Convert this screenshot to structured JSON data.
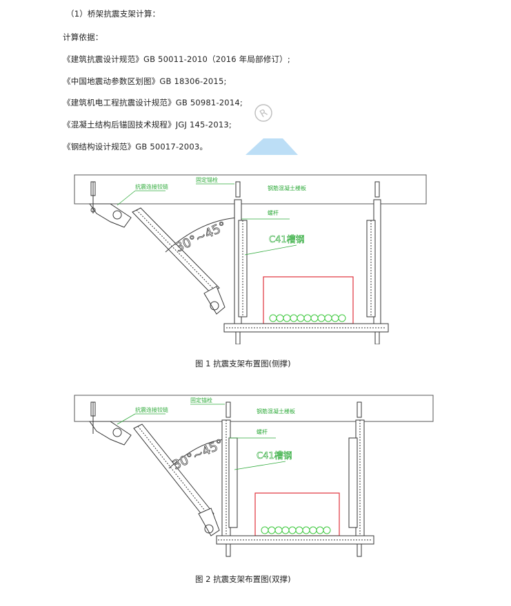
{
  "section_title": "（1）桥架抗震支架计算：",
  "basis_heading": "计算依据：",
  "references": [
    "《建筑抗震设计规范》GB 50011-2010（2016  年局部修订）;",
    "《中国地震动参数区划图》GB 18306-2015;",
    "《建筑机电工程抗震设计规范》GB 50981-2014;",
    "《混凝土结构后锚固技术规程》JGJ 145-2013;",
    "《钢结构设计规范》GB 50017-2003。"
  ],
  "figure1": {
    "caption": "图 1  抗震支架布置图(侧撑)",
    "labels": {
      "connector": "抗震连接铰链",
      "anchor": "固定锚栓",
      "slab": "钢筋混凝土楼板",
      "rod": "螺杆",
      "channel": "C41槽钢",
      "angle": "30°~45°"
    }
  },
  "figure2": {
    "caption": "图 2  抗震支架布置图(双撑)",
    "labels": {
      "connector": "抗震连接铰链",
      "anchor": "固定锚栓",
      "slab": "钢筋混凝土楼板",
      "rod": "螺杆",
      "channel": "C41槽钢",
      "angle": "30°~45°"
    }
  },
  "colors": {
    "label_green": "#2eaa3a",
    "tray_red": "#e0303a",
    "cable_green": "#3cc83c",
    "watermark_blue": "#4aa8e8"
  }
}
